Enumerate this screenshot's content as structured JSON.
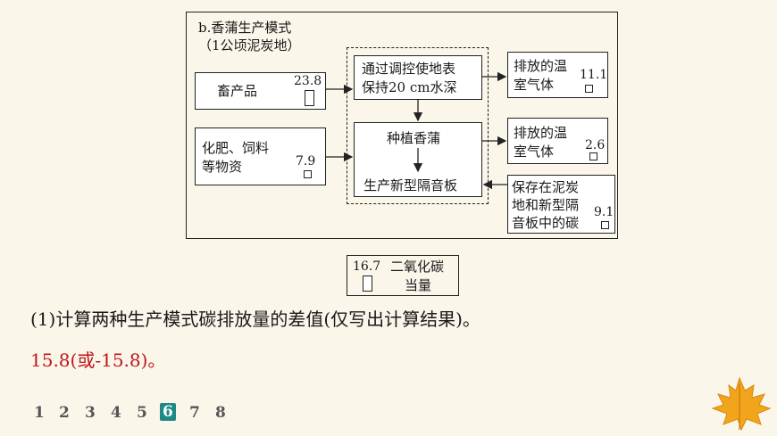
{
  "diagram": {
    "title": "b.香蒲生产模式",
    "subtitle": "（1公顷泥炭地）",
    "input_livestock": {
      "label": "畜产品",
      "value": "23.8"
    },
    "input_fertilizer": {
      "label_line1": "化肥、饲料",
      "label_line2": "等物资",
      "value": "7.9"
    },
    "process_water": {
      "line1": "通过调控使地表",
      "line2": "保持20 cm水深"
    },
    "process_plant": "种植香蒲",
    "process_board": "生产新型隔音板",
    "out_emission1": {
      "line1": "排放的温",
      "line2": "室气体",
      "value": "11.1"
    },
    "out_emission2": {
      "line1": "排放的温",
      "line2": "室气体",
      "value": "2.6"
    },
    "out_storage": {
      "line1": "保存在泥炭",
      "line2": "地和新型隔",
      "line3": "音板中的碳",
      "value": "9.1"
    },
    "legend": {
      "value": "16.7",
      "line1": "二氧化碳",
      "line2": "当量"
    }
  },
  "question": "(1)计算两种生产模式碳排放量的差值(仅写出计算结果)。",
  "answer": "15.8(或-15.8)。",
  "pagination": {
    "pages": [
      "1",
      "2",
      "3",
      "4",
      "5",
      "6",
      "7",
      "8"
    ],
    "current": "6"
  }
}
